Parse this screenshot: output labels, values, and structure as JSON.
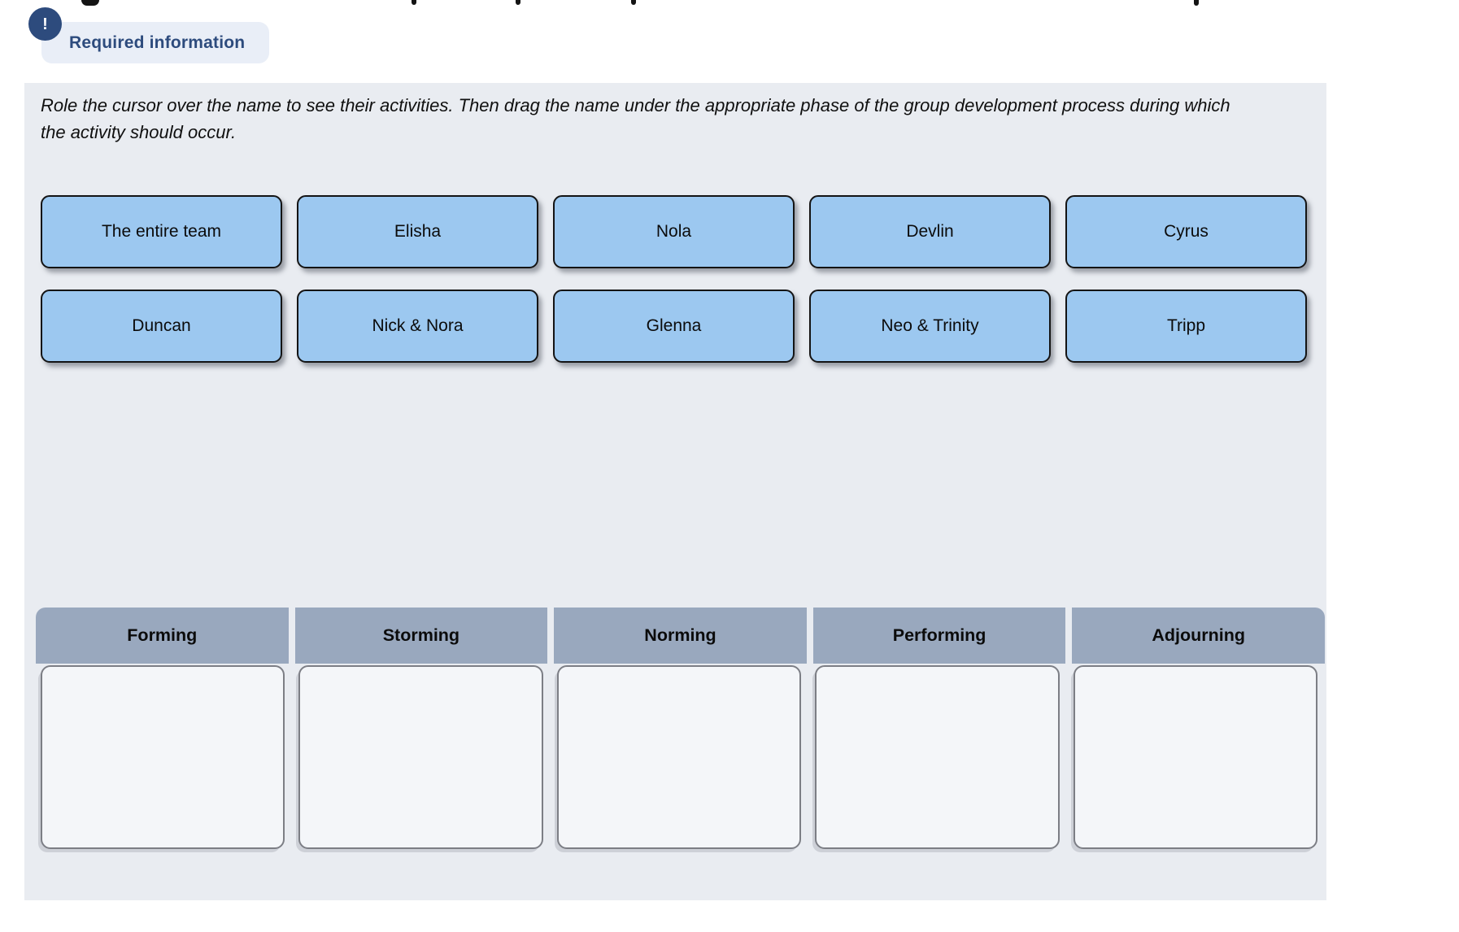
{
  "alert": {
    "icon": "!",
    "label": "Required information",
    "accent_color": "#2D4B7D",
    "pill_bg": "#E9EEF7"
  },
  "instructions": "Role the cursor over the name to see their activities. Then drag the name under the appropriate phase of the group development process during which the activity should occur.",
  "chips": [
    "The entire team",
    "Elisha",
    "Nola",
    "Devlin",
    "Cyrus",
    "Duncan",
    "Nick & Nora",
    "Glenna",
    "Neo & Trinity",
    "Tripp"
  ],
  "phases": [
    "Forming",
    "Storming",
    "Norming",
    "Performing",
    "Adjourning"
  ],
  "colors": {
    "panel_bg": "#E9ECF1",
    "chip_bg": "#9CC8F0",
    "chip_border": "#141414",
    "phase_header_bg": "#99A8BE",
    "dropzone_bg": "#F4F6F9",
    "dropzone_border": "#7C7E85"
  }
}
